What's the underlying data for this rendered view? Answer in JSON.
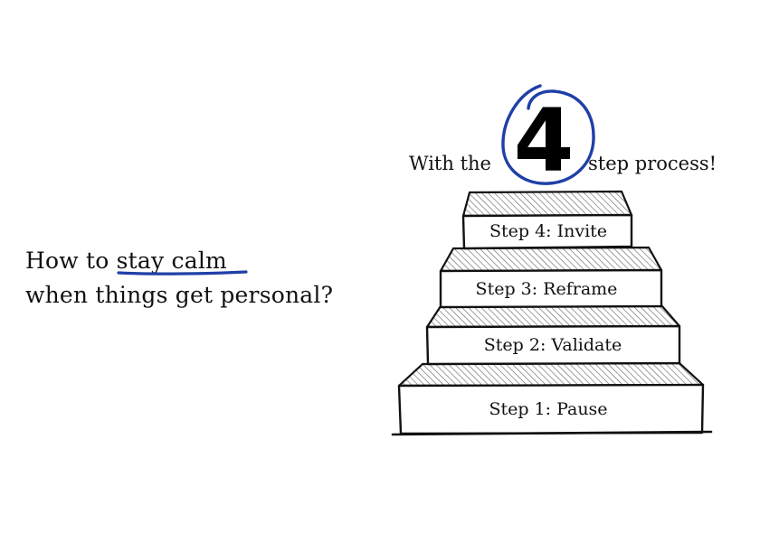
{
  "question": {
    "line1_before": "How to ",
    "line1_emphasis": "stay calm",
    "line2": "when things get personal?"
  },
  "headline": {
    "before": "With the",
    "number": "4",
    "after": "step process!"
  },
  "steps": [
    {
      "label": "Step 4: Invite"
    },
    {
      "label": "Step 3: Reframe"
    },
    {
      "label": "Step 2: Validate"
    },
    {
      "label": "Step 1: Pause"
    }
  ],
  "colors": {
    "ink": "#111111",
    "accent": "#1f3fa8",
    "background": "#ffffff"
  }
}
